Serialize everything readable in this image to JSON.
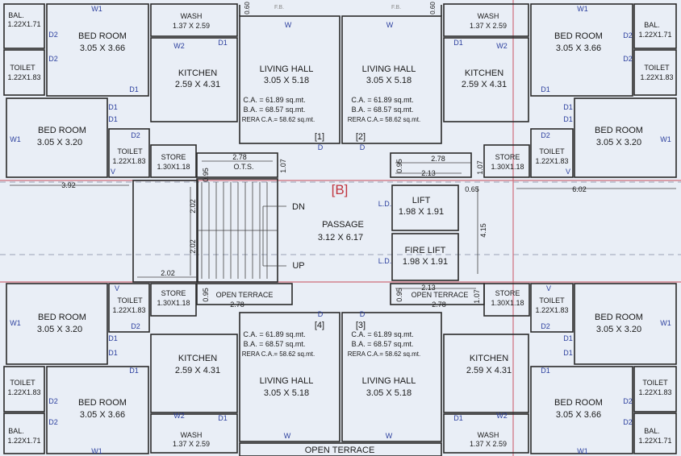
{
  "title": "[B]",
  "rooms": [
    {
      "id": "bal-tl",
      "label": "BAL.",
      "dim": "1.22X1.71"
    },
    {
      "id": "bed-tl",
      "label": "BED ROOM",
      "dim": "3.05 X 3.66"
    },
    {
      "id": "toilet-tl",
      "label": "TOILET",
      "dim": "1.22X1.83"
    },
    {
      "id": "wash-tl",
      "label": "WASH",
      "dim": "1.37 X 2.59"
    },
    {
      "id": "kitchen-tl",
      "label": "KITCHEN",
      "dim": "2.59 X 4.31"
    },
    {
      "id": "living-1",
      "label": "LIVING HALL",
      "dim": "3.05 X 5.18"
    },
    {
      "id": "living-2",
      "label": "LIVING HALL",
      "dim": "3.05 X 5.18"
    },
    {
      "id": "kitchen-tr",
      "label": "KITCHEN",
      "dim": "2.59 X 4.31"
    },
    {
      "id": "wash-tr",
      "label": "WASH",
      "dim": "1.37 X 2.59"
    },
    {
      "id": "bed-tr",
      "label": "BED ROOM",
      "dim": "3.05 X 3.66"
    },
    {
      "id": "bal-tr",
      "label": "BAL.",
      "dim": "1.22X1.71"
    },
    {
      "id": "toilet-tr",
      "label": "TOILET",
      "dim": "1.22X1.83"
    },
    {
      "id": "bed2-tl",
      "label": "BED ROOM",
      "dim": "3.05 X 3.20"
    },
    {
      "id": "toilet2-tl",
      "label": "TOILET",
      "dim": "1.22X1.83"
    },
    {
      "id": "store-tl",
      "label": "STORE",
      "dim": "1.30X1.18"
    },
    {
      "id": "store-tr",
      "label": "STORE",
      "dim": "1.30X1.18"
    },
    {
      "id": "toilet2-tr",
      "label": "TOILET",
      "dim": "1.22X1.83"
    },
    {
      "id": "bed2-tr",
      "label": "BED ROOM",
      "dim": "3.05 X 3.20"
    },
    {
      "id": "lift",
      "label": "LIFT",
      "dim": "1.98 X 1.91"
    },
    {
      "id": "fire-lift",
      "label": "FIRE LIFT",
      "dim": "1.98 X 1.91"
    },
    {
      "id": "passage",
      "label": "PASSAGE",
      "dim": "3.12 X 6.17"
    },
    {
      "id": "bed2-bl",
      "label": "BED ROOM",
      "dim": "3.05 X 3.20"
    },
    {
      "id": "toilet2-bl",
      "label": "TOILET",
      "dim": "1.22X1.83"
    },
    {
      "id": "store-bl",
      "label": "STORE",
      "dim": "1.30X1.18"
    },
    {
      "id": "store-br",
      "label": "STORE",
      "dim": "1.30X1.18"
    },
    {
      "id": "toilet2-br",
      "label": "TOILET",
      "dim": "1.22X1.83"
    },
    {
      "id": "bed2-br",
      "label": "BED ROOM",
      "dim": "3.05 X 3.20"
    },
    {
      "id": "kitchen-bl",
      "label": "KITCHEN",
      "dim": "2.59 X 4.31"
    },
    {
      "id": "living-4",
      "label": "LIVING HALL",
      "dim": "3.05 X 5.18"
    },
    {
      "id": "living-3",
      "label": "LIVING HALL",
      "dim": "3.05 X 5.18"
    },
    {
      "id": "kitchen-br",
      "label": "KITCHEN",
      "dim": "2.59 X 4.31"
    },
    {
      "id": "toilet-bl",
      "label": "TOILET",
      "dim": "1.22X1.83"
    },
    {
      "id": "bed-bl",
      "label": "BED ROOM",
      "dim": "3.05 X 3.66"
    },
    {
      "id": "wash-bl",
      "label": "WASH",
      "dim": "1.37 X 2.59"
    },
    {
      "id": "bal-bl",
      "label": "BAL.",
      "dim": "1.22X1.71"
    },
    {
      "id": "wash-br",
      "label": "WASH",
      "dim": "1.37 X 2.59"
    },
    {
      "id": "bed-br",
      "label": "BED ROOM",
      "dim": "3.05 X 3.66"
    },
    {
      "id": "toilet-br",
      "label": "TOILET",
      "dim": "1.22X1.83"
    },
    {
      "id": "bal-br",
      "label": "BAL.",
      "dim": "1.22X1.71"
    }
  ],
  "areas": [
    {
      "id": "unit-1",
      "ca": "C.A. = 61.89 sq.mt.",
      "ba": "B.A. = 68.57 sq.mt.",
      "rera": "RERA C.A.= 58.62 sq.mt."
    },
    {
      "id": "unit-2",
      "ca": "C.A. = 61.89 sq.mt.",
      "ba": "B.A. = 68.57 sq.mt.",
      "rera": "RERA C.A.= 58.62 sq.mt."
    },
    {
      "id": "unit-4",
      "ca": "C.A. = 61.89 sq.mt.",
      "ba": "B.A. = 68.57 sq.mt.",
      "rera": "RERA C.A.= 58.62 sq.mt."
    },
    {
      "id": "unit-3",
      "ca": "C.A. = 61.89 sq.mt.",
      "ba": "B.A. = 68.57 sq.mt.",
      "rera": "RERA C.A.= 58.62 sq.mt."
    }
  ],
  "unit_numbers": {
    "u1": "[1]",
    "u2": "[2]",
    "u3": "[3]",
    "u4": "[4]"
  },
  "markers": {
    "w1": "W1",
    "w2": "W2",
    "w": "W",
    "d": "D",
    "d1": "D1",
    "d2": "D2",
    "v": "V",
    "ld": "L.D.",
    "fb": "F.B."
  },
  "stair": {
    "dn": "DN",
    "up": "UP",
    "ots": "O.T.S.",
    "open_terrace": "OPEN TERRACE"
  },
  "dims": {
    "ots_w": "2.78",
    "ots_h": "0.95",
    "ots_side": "1.07",
    "lift_top": "2.78",
    "lift_mid": "2.13",
    "lift_side": "0.95",
    "lift_side2": "1.07",
    "gap": "0.65",
    "right_w": "6.02",
    "left_w": "3.92",
    "lift_h": "4.15",
    "stair_h1": "2.02",
    "stair_h2": "2.02",
    "stair_w": "2.02",
    "top_sill": "0.60",
    "bt_left_w": "2.78",
    "bt_left_h": "0.95",
    "bt_right_top": "2.13",
    "bt_right_w": "2.78",
    "bt_right_h": "0.95",
    "bt_right_side": "1.07"
  },
  "bottom_terrace": "OPEN TERRACE"
}
